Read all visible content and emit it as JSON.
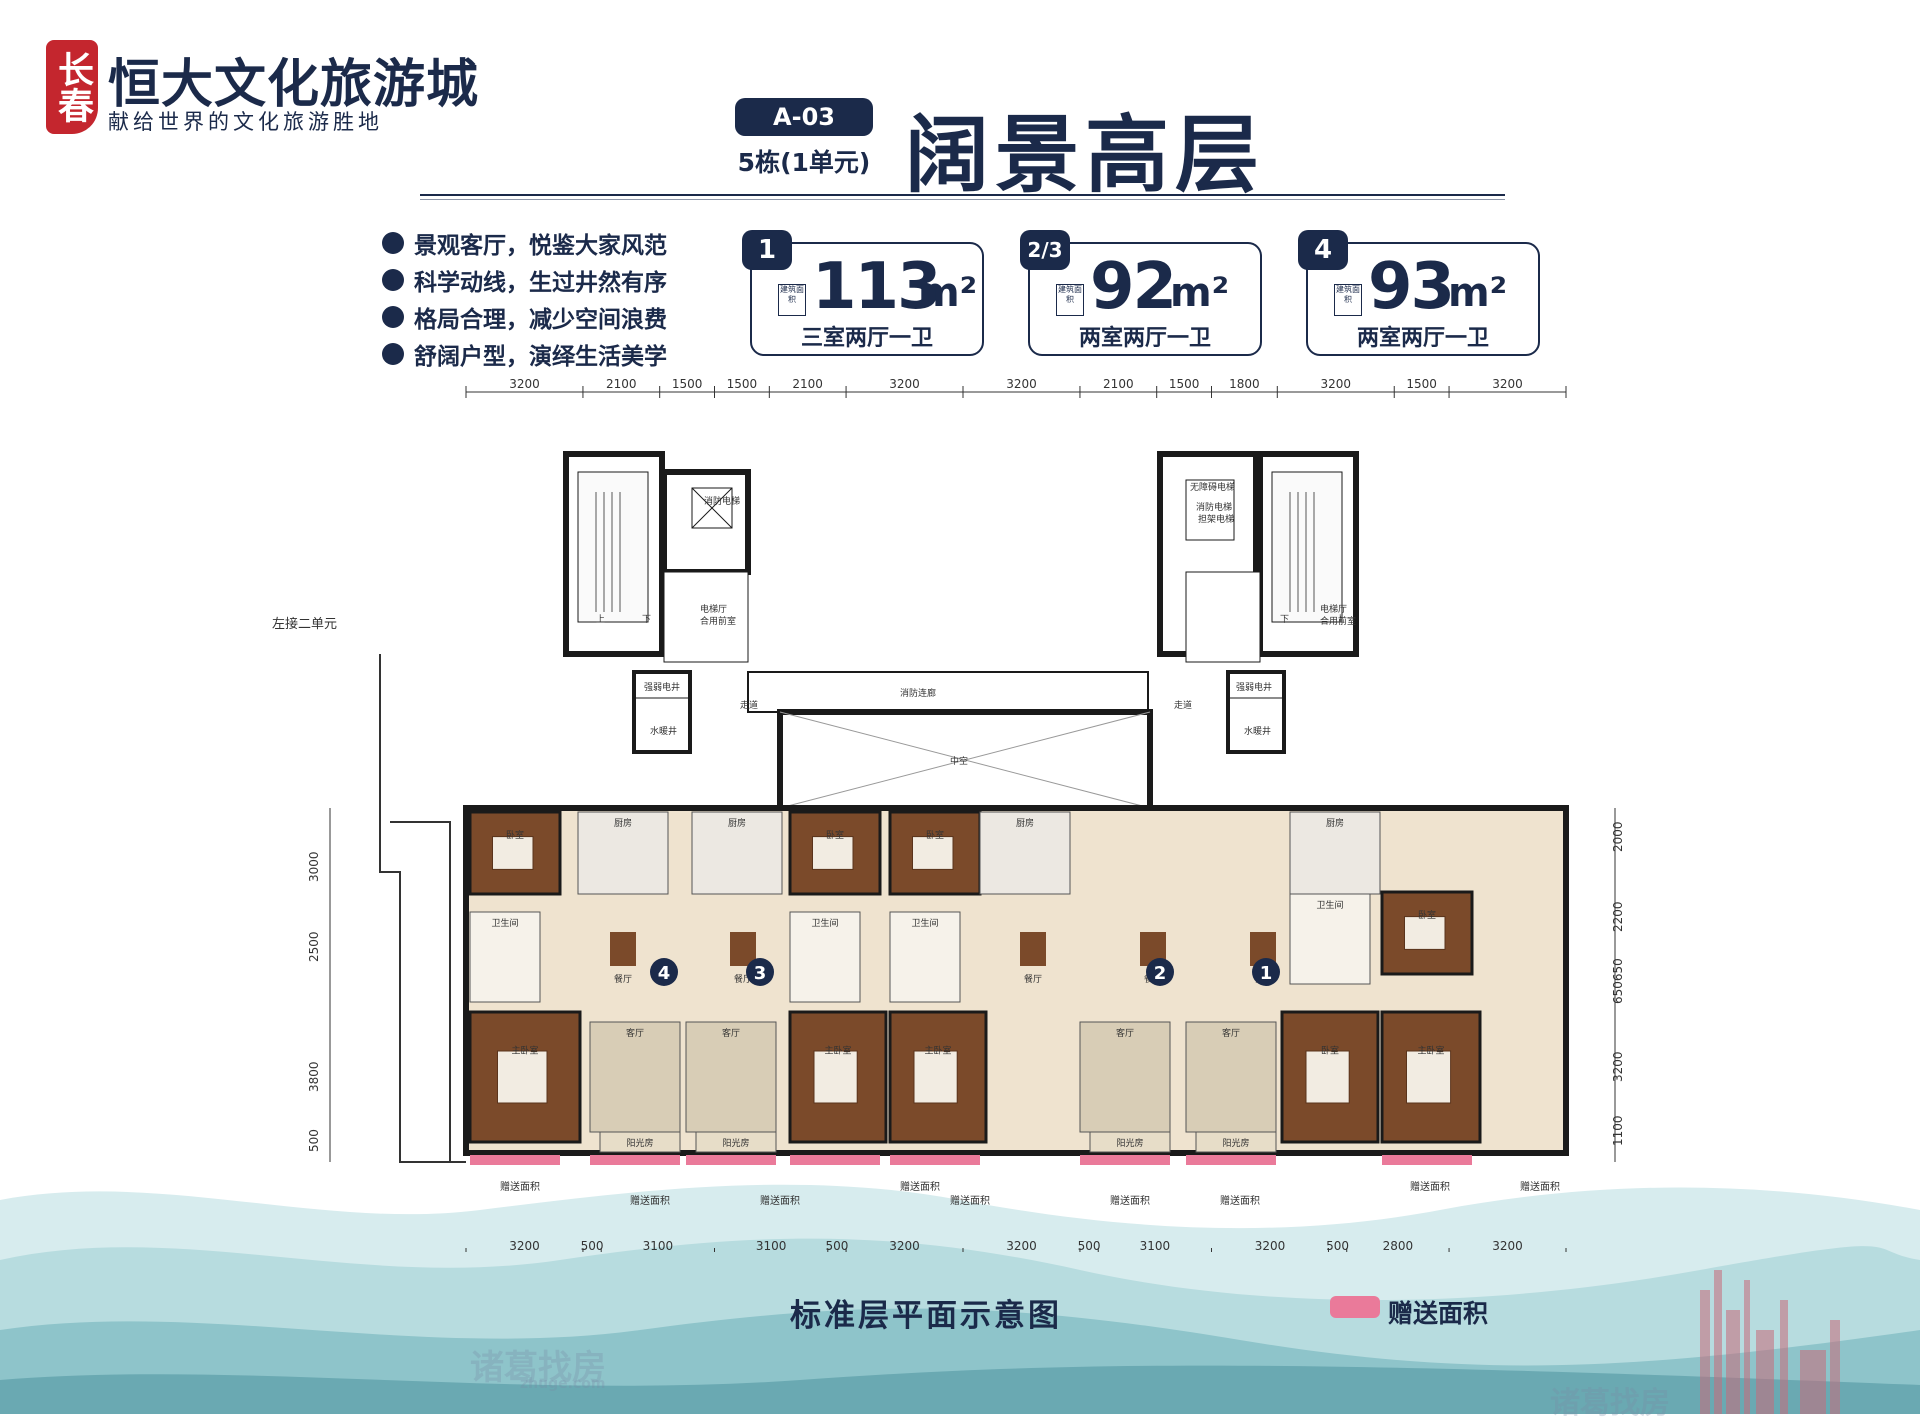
{
  "brand": {
    "seal": "长春",
    "title": "恒大文化旅游城",
    "subtitle": "献给世界的文化旅游胜地"
  },
  "header": {
    "code": "A-03",
    "building": "5栋(1单元)",
    "title": "阔景高层"
  },
  "features": [
    "景观客厅，悦鉴大家风范",
    "科学动线，生过井然有序",
    "格局合理，减少空间浪费",
    "舒阔户型，演绎生活美学"
  ],
  "units": [
    {
      "badge": "1",
      "area_tag": "建筑面积",
      "area": "113",
      "unit": "m²",
      "layout": "三室两厅一卫"
    },
    {
      "badge": "2/3",
      "area_tag": "建筑面积",
      "area": "92",
      "unit": "m²",
      "layout": "两室两厅一卫"
    },
    {
      "badge": "4",
      "area_tag": "建筑面积",
      "area": "93",
      "unit": "m²",
      "layout": "两室两厅一卫"
    }
  ],
  "plan": {
    "top_dims": [
      "3200",
      "2100",
      "1500",
      "1500",
      "2100",
      "3200",
      "3200",
      "2100",
      "1500",
      "1800",
      "3200",
      "1500",
      "3200"
    ],
    "bottom_dims": [
      "3200",
      "500",
      "3100",
      "3100",
      "500",
      "3200",
      "3200",
      "500",
      "3100",
      "3200",
      "500",
      "2800",
      "3200"
    ],
    "left_dims": [
      "3000",
      "2500",
      "3800",
      "500"
    ],
    "right_dims": [
      "2000",
      "2200",
      "650650",
      "3200",
      "1100"
    ],
    "side_note": "左接二单元",
    "apt_numbers": [
      "4",
      "3",
      "2",
      "1"
    ],
    "rooms": {
      "bedroom": "卧室",
      "master": "主卧室",
      "kitchen": "厨房",
      "dining": "餐厅",
      "living": "客厅",
      "bath": "卫生间",
      "sun": "阳光房",
      "lobby": "电梯厅\n合用前室",
      "corridor": "走道",
      "void": "中空",
      "fire_lift": "消防电梯",
      "elec": "强弱电井",
      "water": "水暖井",
      "gift": "赠送面积",
      "fire_conn": "消防连廊",
      "barrier_free": "无障碍电梯\n消防电梯\n担架电梯",
      "up": "上",
      "down": "下"
    }
  },
  "caption": "标准层平面示意图",
  "legend": {
    "label": "赠送面积",
    "color": "#ea7a9a"
  },
  "watermark": "诸葛找房",
  "watermark_sub": "zhuge.com",
  "colors": {
    "navy": "#1b2a4a",
    "wall": "#1a1a1a",
    "wood": "#7b4a2a",
    "floor": "#efe3cf",
    "gift": "#ea7a9a",
    "sea": "#a9d3d6",
    "brand_red": "#c4262e"
  }
}
